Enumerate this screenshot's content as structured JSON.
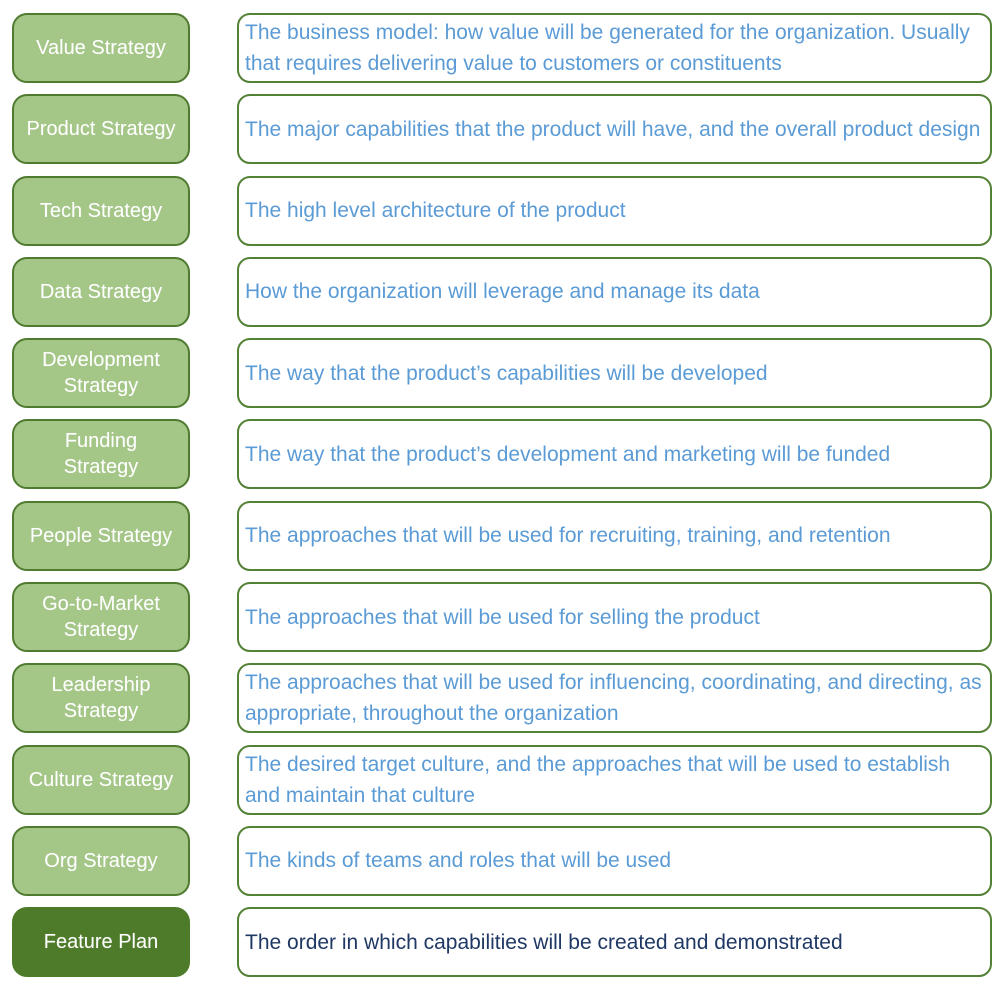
{
  "diagram": {
    "colors": {
      "green_fill": "#a4c687",
      "green_border": "#4f7b31",
      "plan_fill": "#4e7b2a",
      "desc_border": "#538135",
      "desc_text_blue": "#5b9bd5",
      "plan_text_navy": "#1f3864",
      "label_white": "#ffffff"
    },
    "rows": [
      {
        "label": "Value Strategy",
        "description": "The business model: how value will be generated for the organization. Usually that requires delivering value to customers or constituents",
        "variant": "strategy"
      },
      {
        "label": "Product Strategy",
        "description": "The major capabilities that the product will have, and the overall product design",
        "variant": "strategy"
      },
      {
        "label": "Tech Strategy",
        "description": "The high level architecture of the product",
        "variant": "strategy"
      },
      {
        "label": "Data Strategy",
        "description": "How the organization will leverage and manage its data",
        "variant": "strategy"
      },
      {
        "label": "Development\nStrategy",
        "description": "The way that the product’s capabilities will be developed",
        "variant": "strategy"
      },
      {
        "label": "Funding\nStrategy",
        "description": "The way that the product’s development and marketing will be funded",
        "variant": "strategy"
      },
      {
        "label": "People Strategy",
        "description": "The approaches that will be used for recruiting, training, and retention",
        "variant": "strategy"
      },
      {
        "label": "Go-to-Market\nStrategy",
        "description": "The approaches that will be used for selling the product",
        "variant": "strategy"
      },
      {
        "label": "Leadership\nStrategy",
        "description": "The approaches that will be used for influencing, coordinating, and directing, as appropriate, throughout the organization",
        "variant": "strategy"
      },
      {
        "label": "Culture Strategy",
        "description": "The desired target culture, and the approaches that will be used to establish and maintain that culture",
        "variant": "strategy"
      },
      {
        "label": "Org Strategy",
        "description": "The kinds of teams and roles that will be used",
        "variant": "strategy"
      },
      {
        "label": "Feature Plan",
        "description": "The order in which capabilities will be created and demonstrated",
        "variant": "plan"
      }
    ]
  }
}
